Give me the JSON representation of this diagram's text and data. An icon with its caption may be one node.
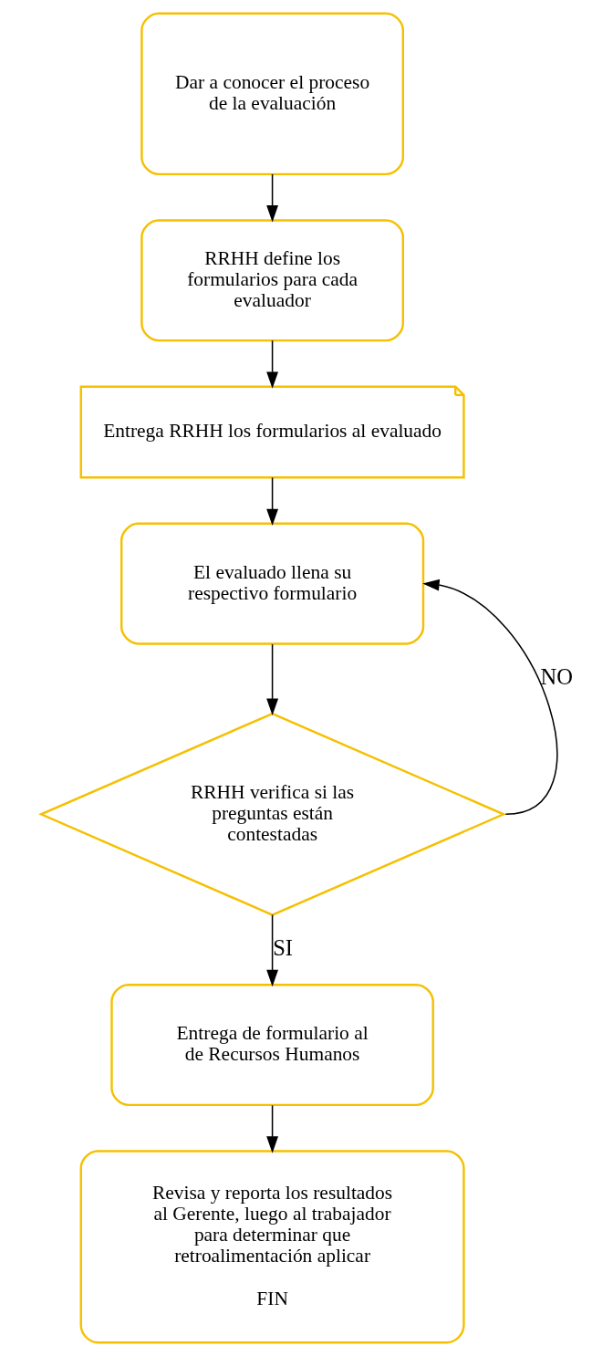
{
  "diagram": {
    "nodes": [
      {
        "text": [
          "Dar a conocer el proceso de la evaluación"
        ]
      },
      {
        "text": [
          "RRHH define los formularios para cada evaluador"
        ]
      },
      {
        "text": [
          "Entrega RRHH los formularios al evaluado"
        ]
      },
      {
        "text": [
          "El evaluado llena su respectivo formulario"
        ]
      },
      {
        "text": [
          "RRHH verifica si las preguntas están contestadas"
        ]
      },
      {
        "text": [
          "Entrega de formulario al de Recursos Humanos"
        ]
      },
      {
        "text": [
          "Revisa y reporta los resultados al Gerente, luego al trabajador para determinar que retroalimentación aplicar",
          "FIN"
        ]
      }
    ],
    "edges": [
      {
        "from": 0,
        "to": 1,
        "arrow": "to"
      },
      {
        "from": 1,
        "to": 2,
        "arrow": "to"
      },
      {
        "from": 2,
        "to": 3,
        "arrow": "to"
      },
      {
        "from": 3,
        "to": 4,
        "arrow": "to"
      },
      {
        "from": 4,
        "to": 3,
        "arrow": "to",
        "label": "NO"
      },
      {
        "from": 4,
        "to": 5,
        "arrow": "to",
        "label": "SI"
      },
      {
        "from": 5,
        "to": 6,
        "arrow": "to"
      }
    ]
  }
}
